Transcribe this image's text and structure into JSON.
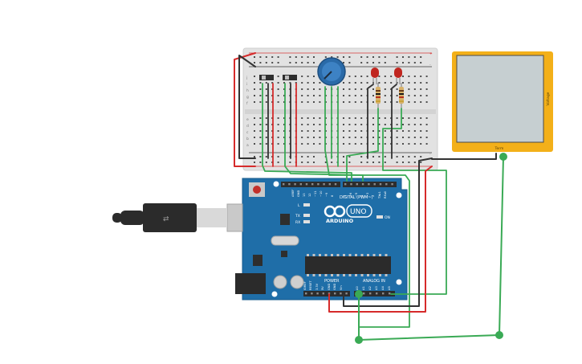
{
  "breadboard": {
    "row_letters_top": [
      "j",
      "i",
      "h",
      "g",
      "f"
    ],
    "row_letters_bottom": [
      "e",
      "d",
      "c",
      "b",
      "a"
    ],
    "rail_plus": "+",
    "rail_minus": "-"
  },
  "arduino": {
    "brand": "ARDUINO",
    "model": "UNO",
    "digital_label": "DIGITAL (PWM~)",
    "power_label": "POWER",
    "analog_label": "ANALOG IN",
    "on_label": "ON",
    "tx_label": "TX",
    "rx_label": "RX",
    "l_label": "L",
    "aref_label": "AREF",
    "gnd_label": "GND",
    "digital_pins": [
      "13",
      "12",
      "~11",
      "~10",
      "~9",
      "8",
      "7",
      "~6",
      "~5",
      "4",
      "~3",
      "2",
      "TX▸1",
      "RX◂0"
    ],
    "power_pins": [
      "IOREF",
      "RESET",
      "3.3V",
      "5V",
      "GND",
      "GND",
      "Vin"
    ],
    "analog_pins": [
      "A0",
      "A1",
      "A2",
      "A3",
      "A4",
      "A5"
    ]
  },
  "display": {
    "side_label": "Voltage",
    "bottom_label": "Term"
  },
  "colors": {
    "board": "#1f6ea8",
    "board_dark": "#185b8c",
    "wire_red": "#d62b2b",
    "wire_black": "#333333",
    "wire_green": "#3aaa55",
    "display_frame": "#f3b019",
    "display_screen": "#c6cfd1",
    "led": "#c0261f",
    "pot": "#2a6aa8"
  }
}
